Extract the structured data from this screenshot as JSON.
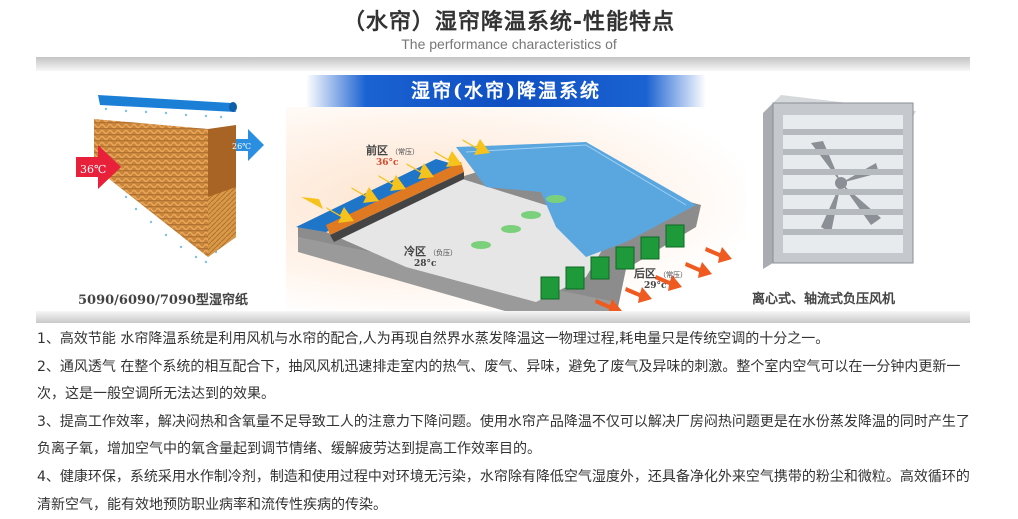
{
  "header": {
    "title": "（水帘）湿帘降温系统-性能特点",
    "subtitle": "The performance characteristics of"
  },
  "banner": {
    "center_title": "湿帘(水帘)降温系统",
    "left_caption": "5090/6090/7090型湿帘纸",
    "left_temp_in": "36℃",
    "left_temp_out": "26℃",
    "right_caption": "离心式、轴流式负压风机",
    "zones": [
      {
        "name": "前区",
        "pressure": "（常压）",
        "temp": "36°c"
      },
      {
        "name": "冷区",
        "pressure": "（负压）",
        "temp": "28°c"
      },
      {
        "name": "后区",
        "pressure": "（常压）",
        "temp": "29°c"
      }
    ],
    "colors": {
      "blue": "#1a62d2",
      "pad": "#c8843a",
      "hot_arrow": "#e8203a",
      "cool_arrow": "#2a8fe0",
      "fan_green": "#1f9a3a"
    }
  },
  "features": [
    {
      "line1": "1、高效节能 水帘降温系统是利用风机与水帘的配合,人为再现自然界水蒸发降温这一物理过程,耗电量只是传统空调的十分之一。",
      "line2": ""
    },
    {
      "line1": "2、通风透气 在整个系统的相互配合下，抽风风机迅速排走室内的热气、废气、异味，避免了废气及异味的刺激。整个室内空气可以在一分钟内更新一",
      "line2": "次，这是一般空调所无法达到的效果。"
    },
    {
      "line1": "3、提高工作效率，解决闷热和含氧量不足导致工人的注意力下降问题。使用水帘产品降温不仅可以解决厂房闷热问题更是在水份蒸发降温的同时产生了",
      "line2": "负离子氧，增加空气中的氧含量起到调节情绪、缓解疲劳达到提高工作效率目的。"
    },
    {
      "line1": "4、健康环保，系统采用水作制冷剂，制造和使用过程中对环境无污染，水帘除有降低空气湿度外，还具备净化外来空气携带的粉尘和微粒。高效循环的",
      "line2": "清新空气，能有效地预防职业病率和流传性疾病的传染。"
    }
  ]
}
